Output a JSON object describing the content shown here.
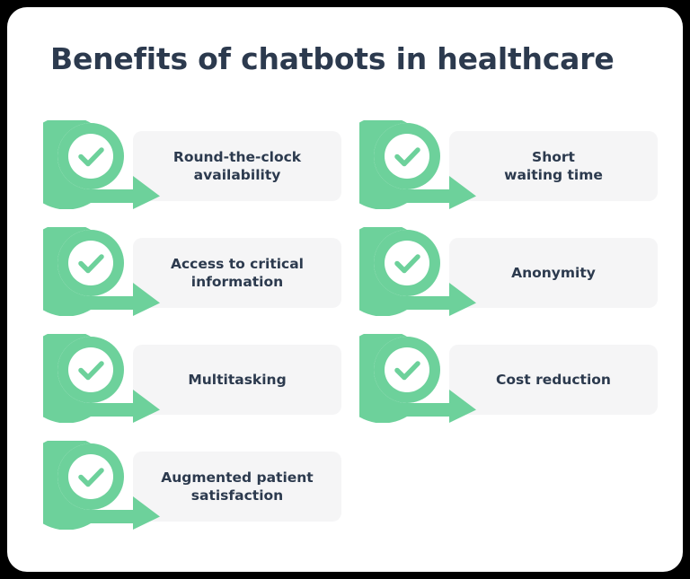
{
  "title": "Benefits of chatbots in healthcare",
  "colors": {
    "accent_green": "#6DD19B",
    "text_navy": "#2C3A4E",
    "plate_background": "#F5F5F6",
    "card_background": "#FFFFFF",
    "page_background": "#000000"
  },
  "icon": {
    "name": "check-arrow-icon",
    "ring_color": "#6DD19B",
    "check_color": "#6DD19B",
    "inner_circle_color": "#FFFFFF"
  },
  "benefits": {
    "left_column": [
      {
        "label": "Round-the-clock\navailability"
      },
      {
        "label": "Access to critical\ninformation"
      },
      {
        "label": "Multitasking"
      },
      {
        "label": "Augmented patient\nsatisfaction"
      }
    ],
    "right_column": [
      {
        "label": "Short\nwaiting time"
      },
      {
        "label": "Anonymity"
      },
      {
        "label": "Cost reduction"
      }
    ]
  }
}
